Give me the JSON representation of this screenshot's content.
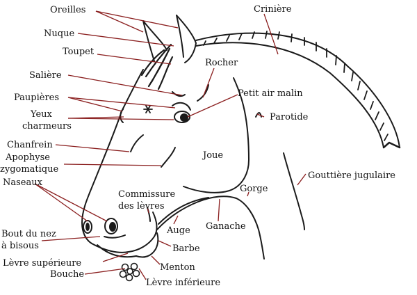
{
  "diagram": {
    "labels": {
      "oreilles": "Oreilles",
      "nuque": "Nuque",
      "toupet": "Toupet",
      "saliere": "Salière",
      "paupieres": "Paupières",
      "yeux_1": "Yeux",
      "yeux_2": "charmeurs",
      "chanfrein": "Chanfrein",
      "apophyse_1": "Apophyse",
      "apophyse_2": "zygomatique",
      "naseaux": "Naseaux",
      "bout_1": "Bout du nez",
      "bout_2": "à bisous",
      "levre_sup": "Lèvre supérieure",
      "bouche": "Bouche",
      "criniere": "Crinière",
      "rocher": "Rocher",
      "petit_air": "Petit air malin",
      "parotide": "Parotide",
      "joue": "Joue",
      "gouttiere": "Gouttière jugulaire",
      "commissure_1": "Commissure",
      "commissure_2": "des lèvres",
      "gorge": "Gorge",
      "auge": "Auge",
      "ganache": "Ganache",
      "barbe": "Barbe",
      "menton": "Menton",
      "levre_inf": "Lèvre inférieure"
    },
    "colors": {
      "ink": "#1a1a1a",
      "leader": "#8a1e1e"
    }
  }
}
